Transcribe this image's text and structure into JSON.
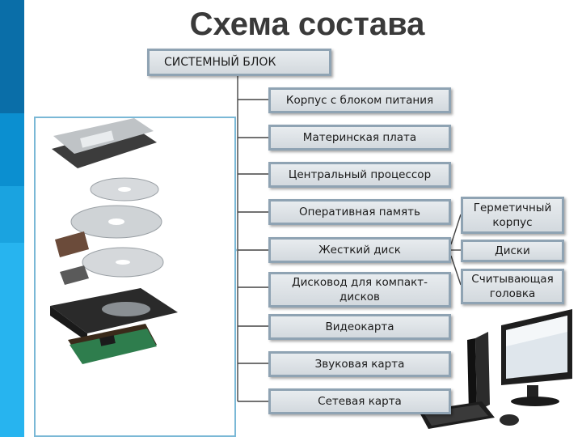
{
  "title": "Схема состава",
  "root": "СИСТЕМНЫЙ БЛОК",
  "components": [
    "Корпус с блоком питания",
    "Материнская плата",
    "Центральный процессор",
    "Оперативная память",
    "Жесткий диск",
    "Дисковод для компакт-дисков",
    "Видеокарта",
    "Звуковая карта",
    "Сетевая карта"
  ],
  "hdd_parts": [
    "Герметичный корпус",
    "Диски",
    "Считывающая головка"
  ],
  "images": {
    "left": "exploded-hard-disk-drive",
    "right": "desktop-computer-with-monitor-keyboard-mouse"
  },
  "colors": {
    "box_border": "#8fa3b3",
    "box_fill": "#dde2e6",
    "left_bar": "#0a6ea8",
    "accent_light": "#27b4ef",
    "connector": "#444444"
  }
}
